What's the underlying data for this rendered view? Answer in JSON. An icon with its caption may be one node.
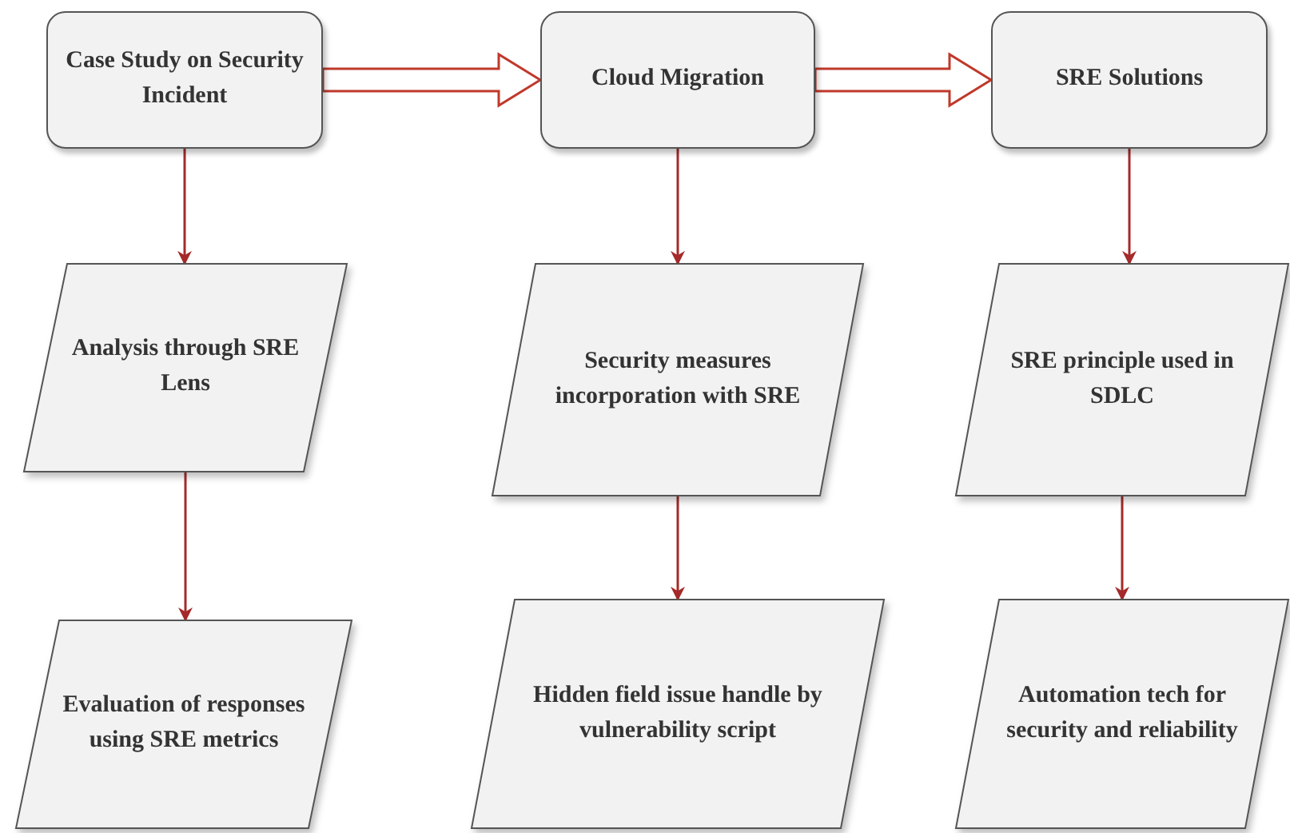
{
  "diagram": {
    "nodes": [
      {
        "text": [
          "Case Study on Security Incident"
        ]
      },
      {
        "text": [
          "Cloud Migration"
        ]
      },
      {
        "text": [
          "SRE Solutions"
        ]
      },
      {
        "text": [
          "Analysis through SRE Lens"
        ]
      },
      {
        "text": [
          "Security measures incorporation with SRE"
        ]
      },
      {
        "text": [
          "SRE principle used in SDLC"
        ]
      },
      {
        "text": [
          "Evaluation of responses using SRE metrics"
        ]
      },
      {
        "text": [
          "Hidden field issue handle by vulnerability script"
        ]
      },
      {
        "text": [
          "Automation tech for security and reliability"
        ]
      }
    ],
    "edges": [
      {
        "from": 0,
        "to": 1,
        "arrow": "to",
        "style": "thick"
      },
      {
        "from": 1,
        "to": 2,
        "arrow": "to",
        "style": "thick"
      },
      {
        "from": 0,
        "to": 3,
        "arrow": "to"
      },
      {
        "from": 3,
        "to": 6,
        "arrow": "to"
      },
      {
        "from": 1,
        "to": 4,
        "arrow": "to"
      },
      {
        "from": 4,
        "to": 7,
        "arrow": "to"
      },
      {
        "from": 2,
        "to": 5,
        "arrow": "to"
      },
      {
        "from": 5,
        "to": 8,
        "arrow": "to"
      }
    ]
  }
}
